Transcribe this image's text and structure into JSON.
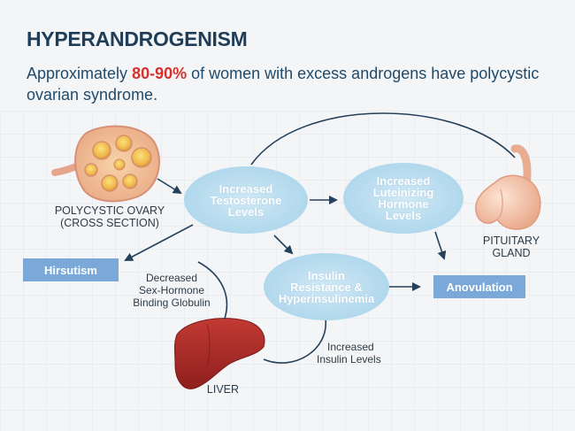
{
  "header": {
    "title": "HYPERANDROGENISM",
    "subtitle_pre": "Approximately ",
    "subtitle_highlight": "80-90%",
    "subtitle_post": " of women with excess androgens have polycystic ovarian syndrome."
  },
  "nodes": {
    "testosterone": "Increased Testosterone Levels",
    "lh": "Increased Luteinizing Hormone Levels",
    "insulin": "Insulin Resistance & Hyperinsulinemia",
    "hirsutism": "Hirsutism",
    "anovulation": "Anovulation"
  },
  "labels": {
    "ovary_line1": "POLYCYSTIC OVARY",
    "ovary_line2": "(CROSS SECTION)",
    "pituitary_line1": "PITUITARY",
    "pituitary_line2": "GLAND",
    "liver": "LIVER",
    "shbg_line1": "Decreased",
    "shbg_line2": "Sex-Hormone",
    "shbg_line3": "Binding Globulin",
    "insulin_levels_line1": "Increased",
    "insulin_levels_line2": "Insulin Levels"
  },
  "colors": {
    "title": "#1f3d57",
    "highlight": "#d6312c",
    "node_fill": "#a4d1e9",
    "pill_fill": "#7aa8d8",
    "arrow": "#24405a"
  }
}
